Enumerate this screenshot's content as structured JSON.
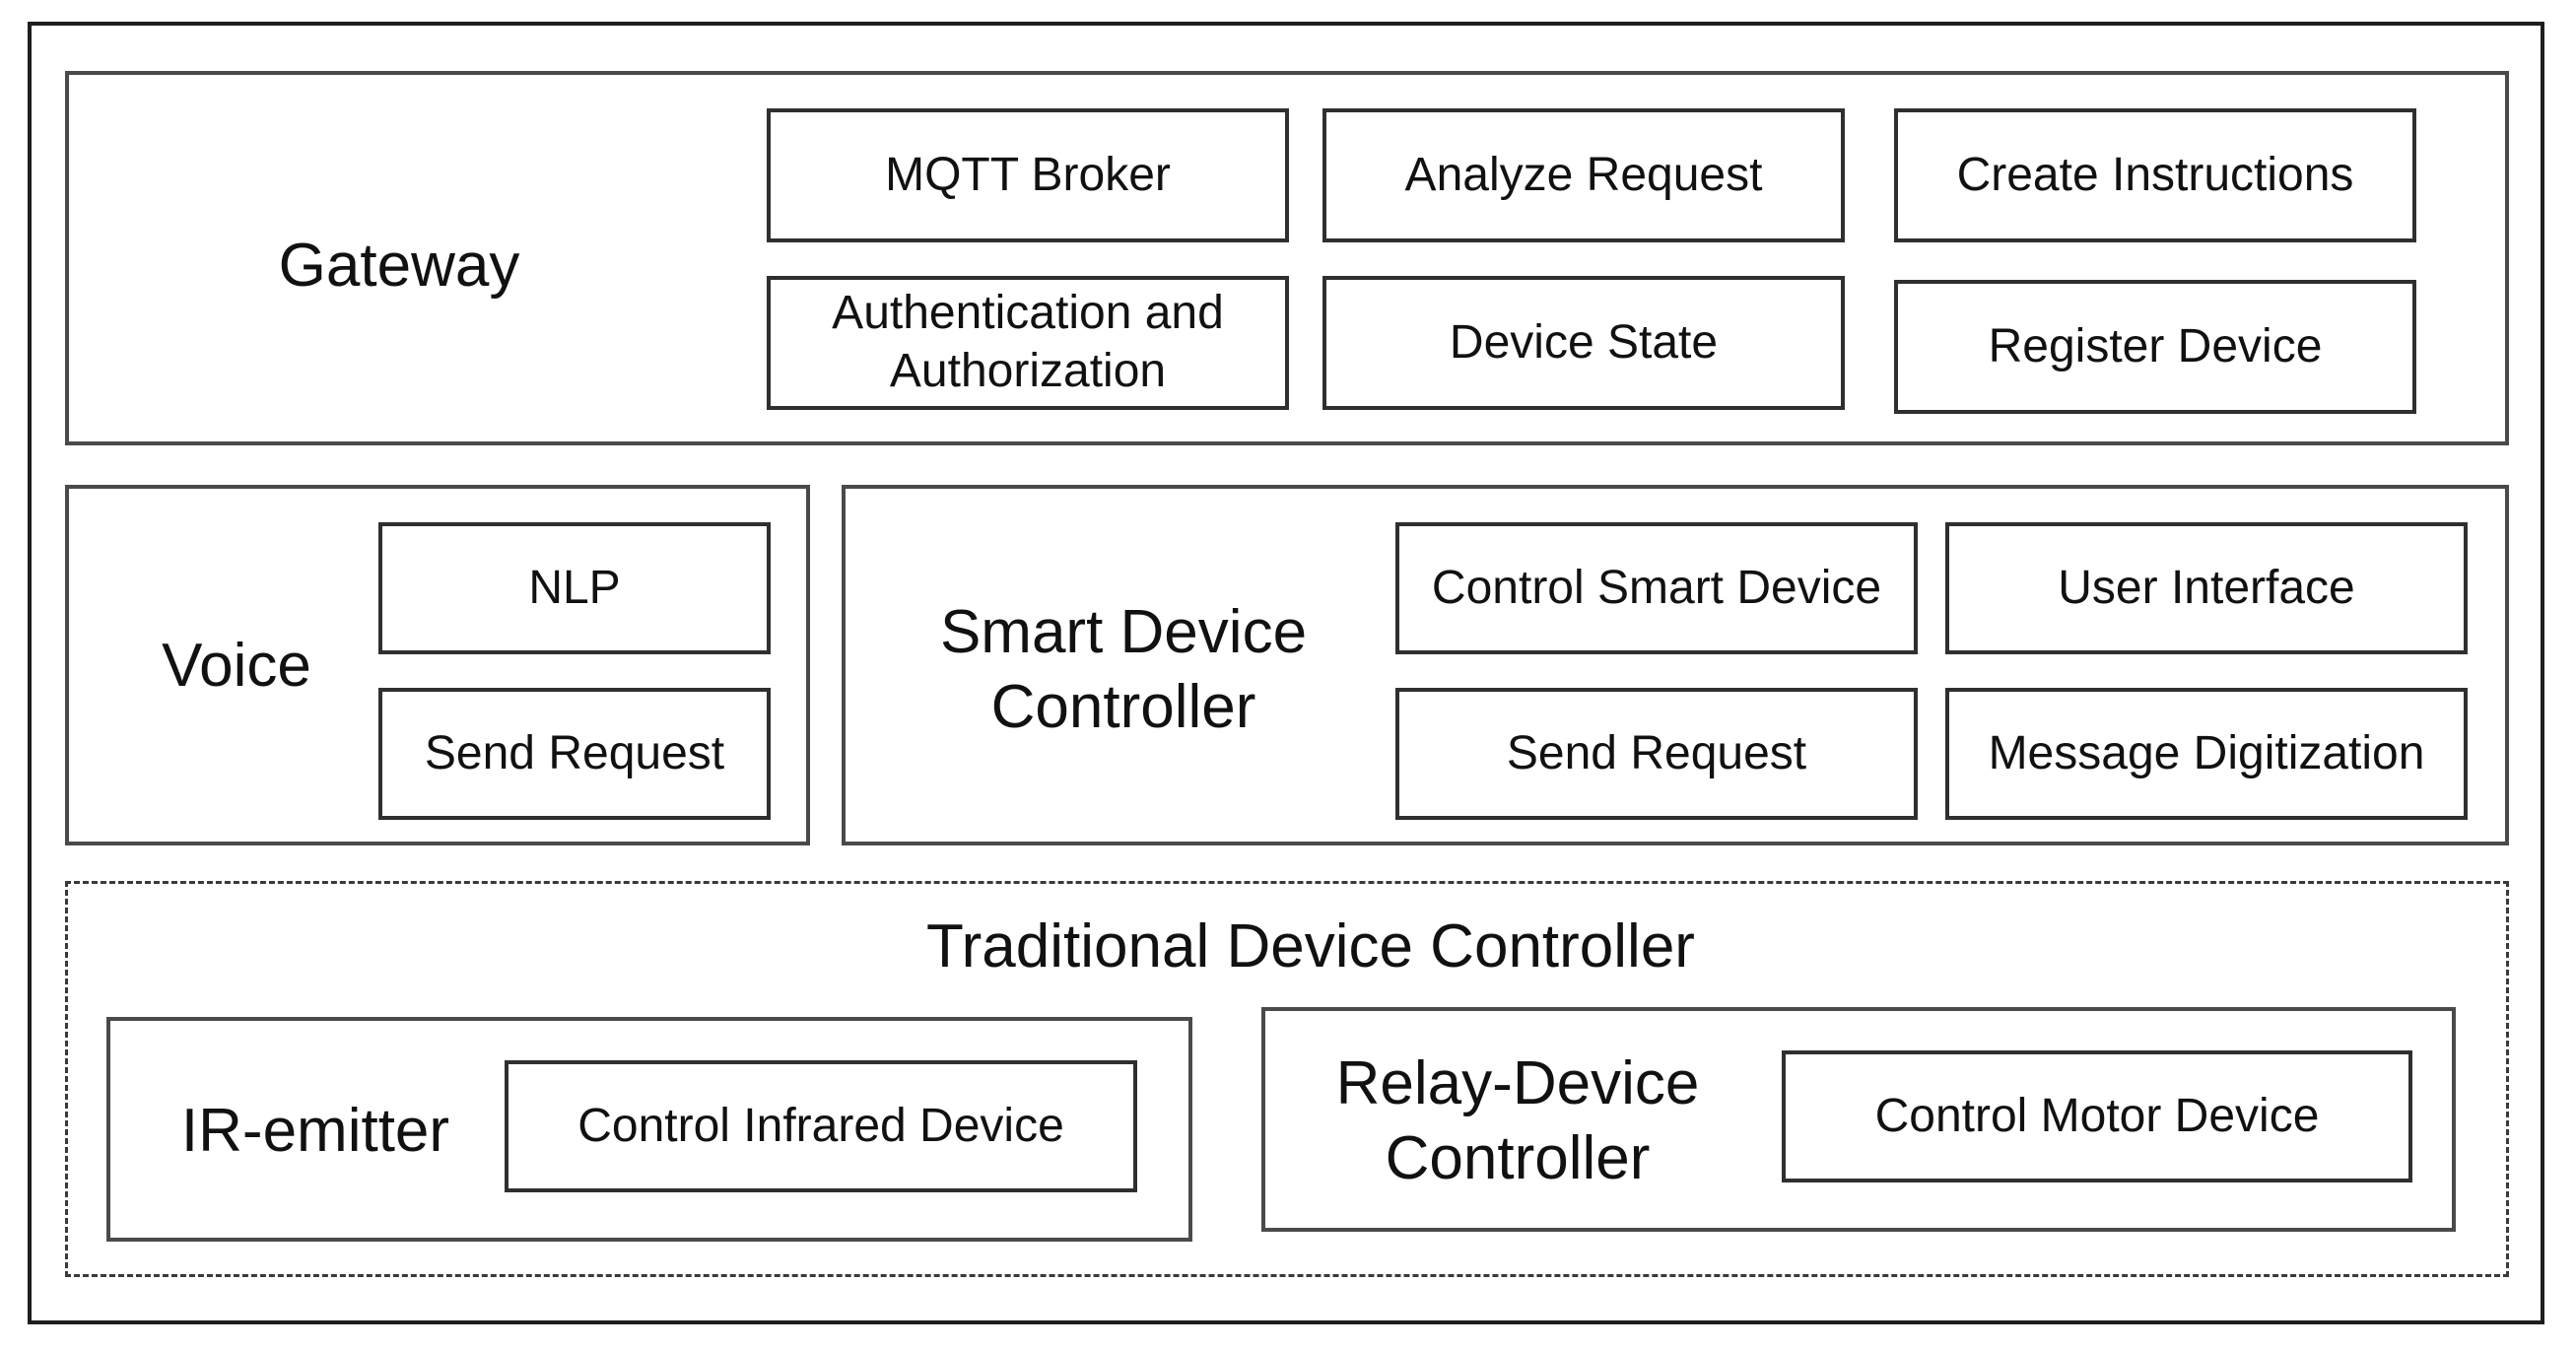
{
  "gateway": {
    "title": "Gateway",
    "components": [
      "MQTT Broker",
      "Analyze Request",
      "Create Instructions",
      "Authentication and Authorization",
      "Device State",
      "Register Device"
    ]
  },
  "voice": {
    "title": "Voice",
    "components": [
      "NLP",
      "Send Request"
    ]
  },
  "smart_device_controller": {
    "title": "Smart Device Controller",
    "components": [
      "Control Smart Device",
      "User Interface",
      "Send Request",
      "Message Digitization"
    ]
  },
  "traditional_device_controller": {
    "title": "Traditional Device Controller",
    "ir_emitter": {
      "title": "IR-emitter",
      "components": [
        "Control Infrared Device"
      ]
    },
    "relay_device_controller": {
      "title": "Relay-Device Controller",
      "components": [
        "Control Motor Device"
      ]
    }
  }
}
